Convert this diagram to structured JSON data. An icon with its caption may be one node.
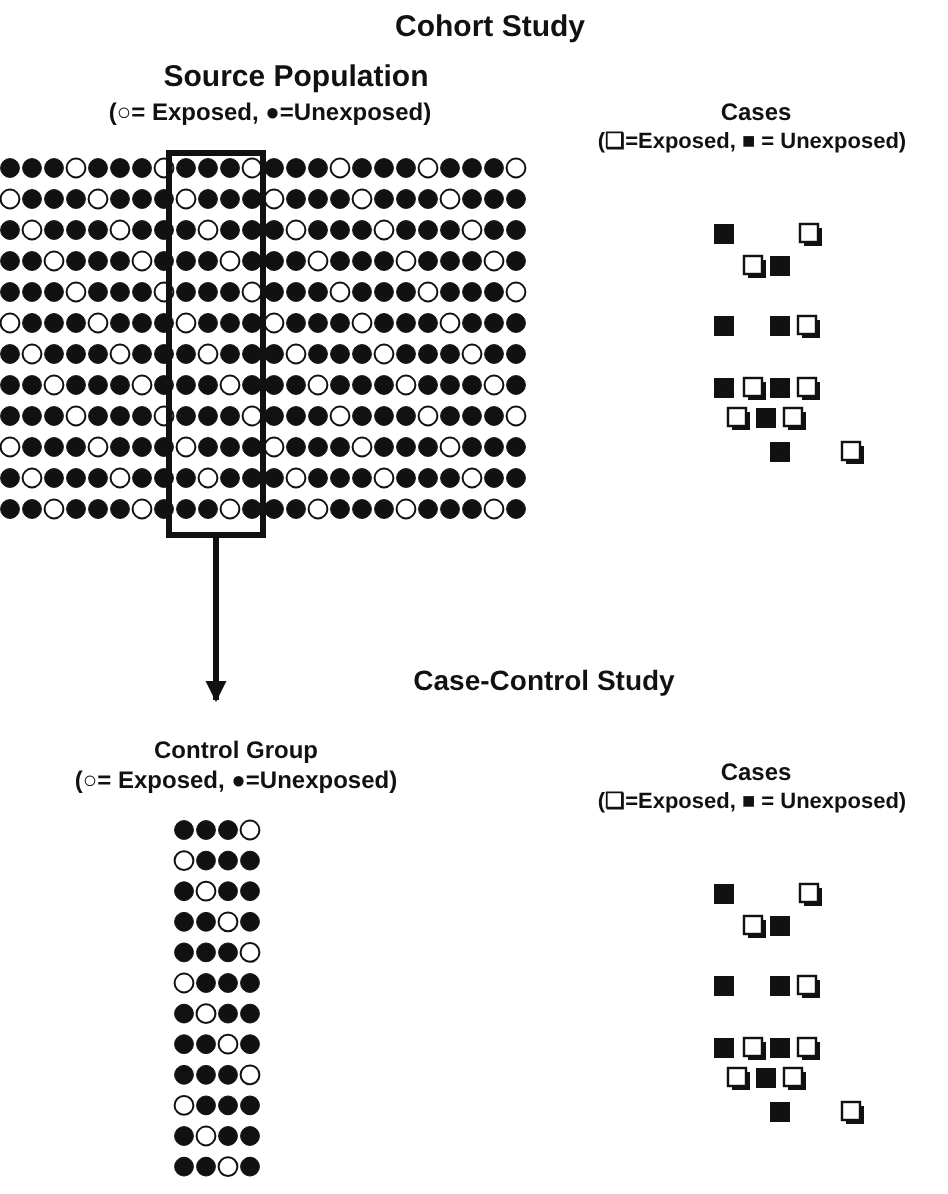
{
  "diagram": {
    "title": "Cohort Study",
    "nodes": [
      {
        "text": [],
        "shape": "box"
      },
      {
        "text": [
          "Control Group",
          "(○= Exposed, ●=Unexposed)"
        ]
      }
    ],
    "edges": [
      {
        "from": 0,
        "to": 1,
        "arrow": "to"
      }
    ],
    "labels": [
      "Source Population",
      "(○= Exposed, ●=Unexposed)",
      "Cases",
      "(❏=Exposed, ■ = Unexposed)",
      "Case-Control Study",
      "Cases",
      "(❏=Exposed, ■ = Unexposed)"
    ]
  }
}
